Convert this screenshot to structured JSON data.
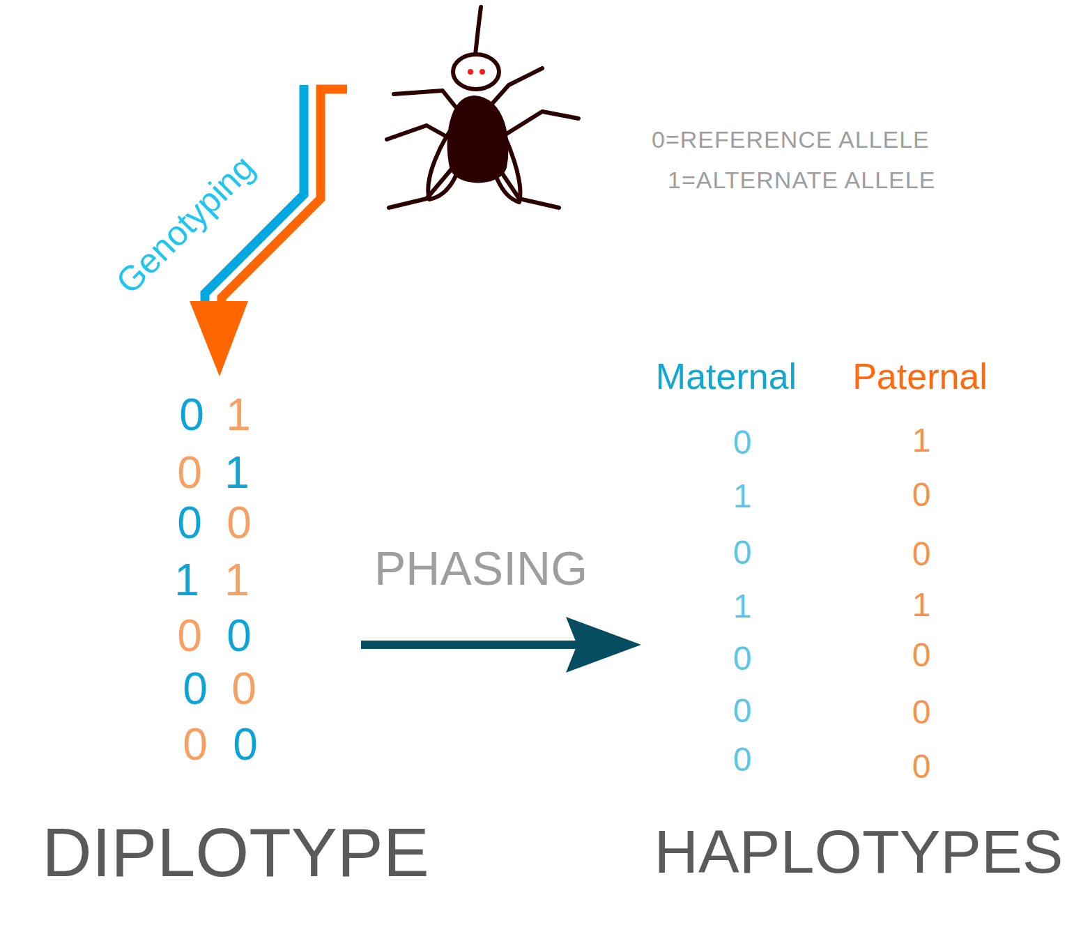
{
  "diagram": {
    "labels": [
      "Genotyping",
      "0=REFERENCE ALLELE",
      "1=ALTERNATE ALLELE",
      "0",
      "1",
      "0",
      "1",
      "0",
      "0",
      "1",
      "1",
      "0",
      "0",
      "0",
      "0",
      "0",
      "0",
      "PHASING",
      "Maternal",
      "Paternal",
      "0",
      "1",
      "0",
      "1",
      "0",
      "0",
      "0",
      "1",
      "0",
      "0",
      "1",
      "0",
      "0",
      "0",
      "DIPLOTYPE",
      "HAPLOTYPES"
    ]
  }
}
